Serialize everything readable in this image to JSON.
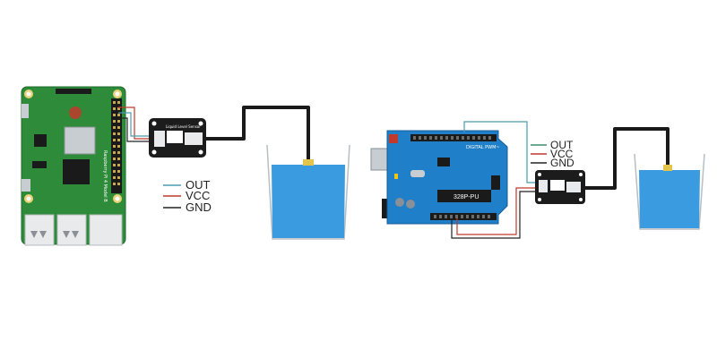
{
  "diagram": {
    "left_legend": [
      {
        "label": "OUT",
        "color": "#4a9bb0"
      },
      {
        "label": "VCC",
        "color": "#c0392b"
      },
      {
        "label": "GND",
        "color": "#222222"
      }
    ],
    "right_legend": [
      {
        "label": "OUT",
        "color": "#3d8f6e"
      },
      {
        "label": "VCC",
        "color": "#c0392b"
      },
      {
        "label": "GND",
        "color": "#222222"
      }
    ],
    "chip_label": "328P-PU",
    "pi_board_text": "Raspberry Pi 4 Model B",
    "arduino_text": "DIGITAL PWM~",
    "module_text": "Liquid Level Sensor",
    "water_color": "#3a9be0",
    "pi_board_color": "#2e8b3a",
    "arduino_color": "#1f7fc8"
  }
}
